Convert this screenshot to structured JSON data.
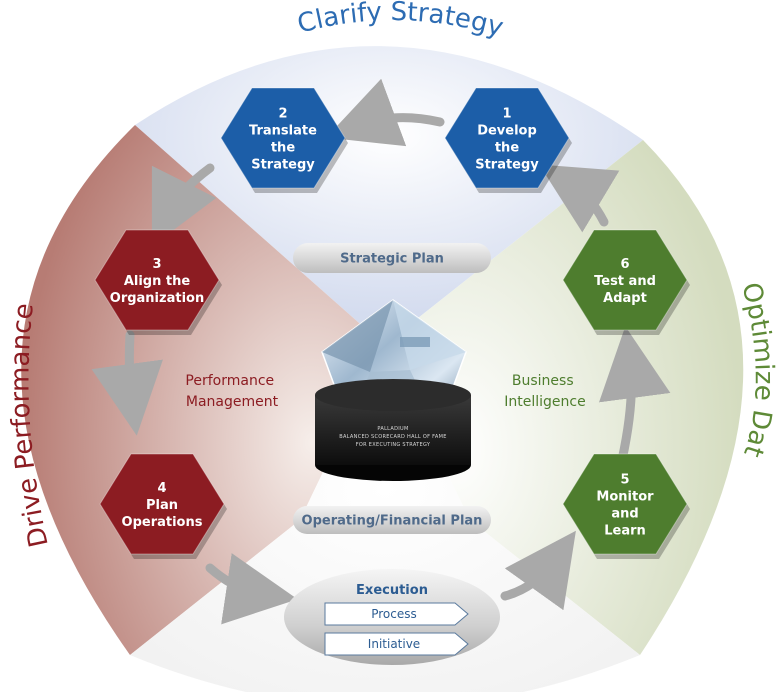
{
  "arc_titles": {
    "top": "Clarify Strategy",
    "left": "Drive Performance",
    "right": "Optimize Data"
  },
  "colors": {
    "blue_hex": "#1c5ea8",
    "red_hex": "#8c1c22",
    "green_hex": "#4e7d2e",
    "top_sector": "#dde4f2",
    "left_sector": "#c9a29b",
    "right_sector": "#dfe6cf"
  },
  "steps": [
    {
      "number": "1",
      "lines": [
        "Develop",
        "the",
        "Strategy"
      ]
    },
    {
      "number": "2",
      "lines": [
        "Translate",
        "the",
        "Strategy"
      ]
    },
    {
      "number": "3",
      "lines": [
        "Align the",
        "Organization"
      ]
    },
    {
      "number": "4",
      "lines": [
        "Plan",
        "Operations"
      ]
    },
    {
      "number": "5",
      "lines": [
        "Monitor",
        "and",
        "Learn"
      ]
    },
    {
      "number": "6",
      "lines": [
        "Test and",
        "Adapt"
      ]
    }
  ],
  "plans": {
    "strategic": "Strategic Plan",
    "operating": "Operating/Financial Plan"
  },
  "labels": {
    "performance": [
      "Performance",
      "Management"
    ],
    "business": [
      "Business",
      "Intelligence"
    ]
  },
  "execution": {
    "title": "Execution",
    "items": [
      "Process",
      "Initiative"
    ]
  },
  "award": {
    "lines": [
      "PALLADIUM",
      "BALANCED SCORECARD HALL OF FAME",
      "FOR EXECUTING STRATEGY"
    ]
  }
}
